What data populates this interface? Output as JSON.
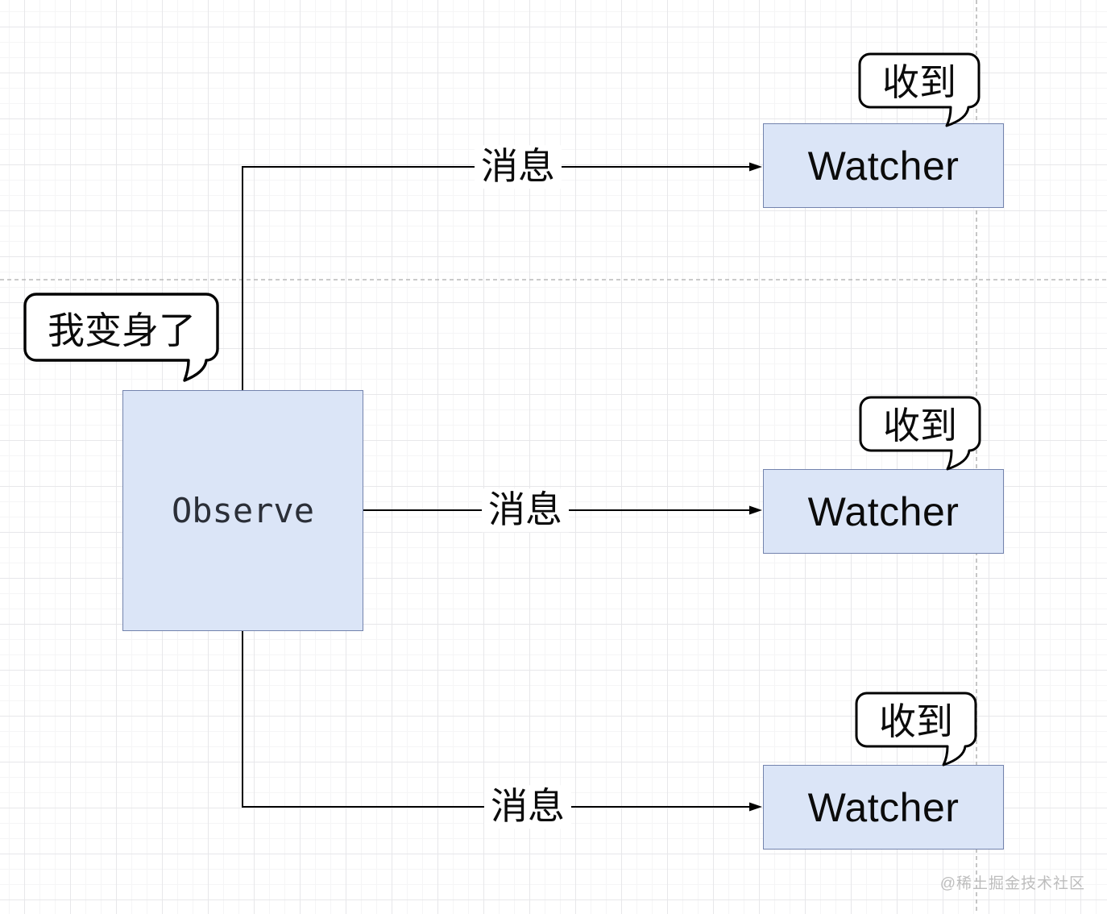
{
  "observer": {
    "label": "Observe",
    "speech": "我变身了"
  },
  "watchers": [
    {
      "label": "Watcher",
      "speech": "收到"
    },
    {
      "label": "Watcher",
      "speech": "收到"
    },
    {
      "label": "Watcher",
      "speech": "收到"
    }
  ],
  "edges": [
    {
      "label": "消息"
    },
    {
      "label": "消息"
    },
    {
      "label": "消息"
    }
  ],
  "watermark": "@稀土掘金技术社区",
  "colors": {
    "node_fill": "#dbe5f7",
    "node_stroke": "#7383ad",
    "edge_color": "#000000",
    "guide_color": "#b8b8b8",
    "bubble_stroke": "#000000",
    "text_color": "#111111",
    "watermark_color": "#bdbdbd"
  }
}
